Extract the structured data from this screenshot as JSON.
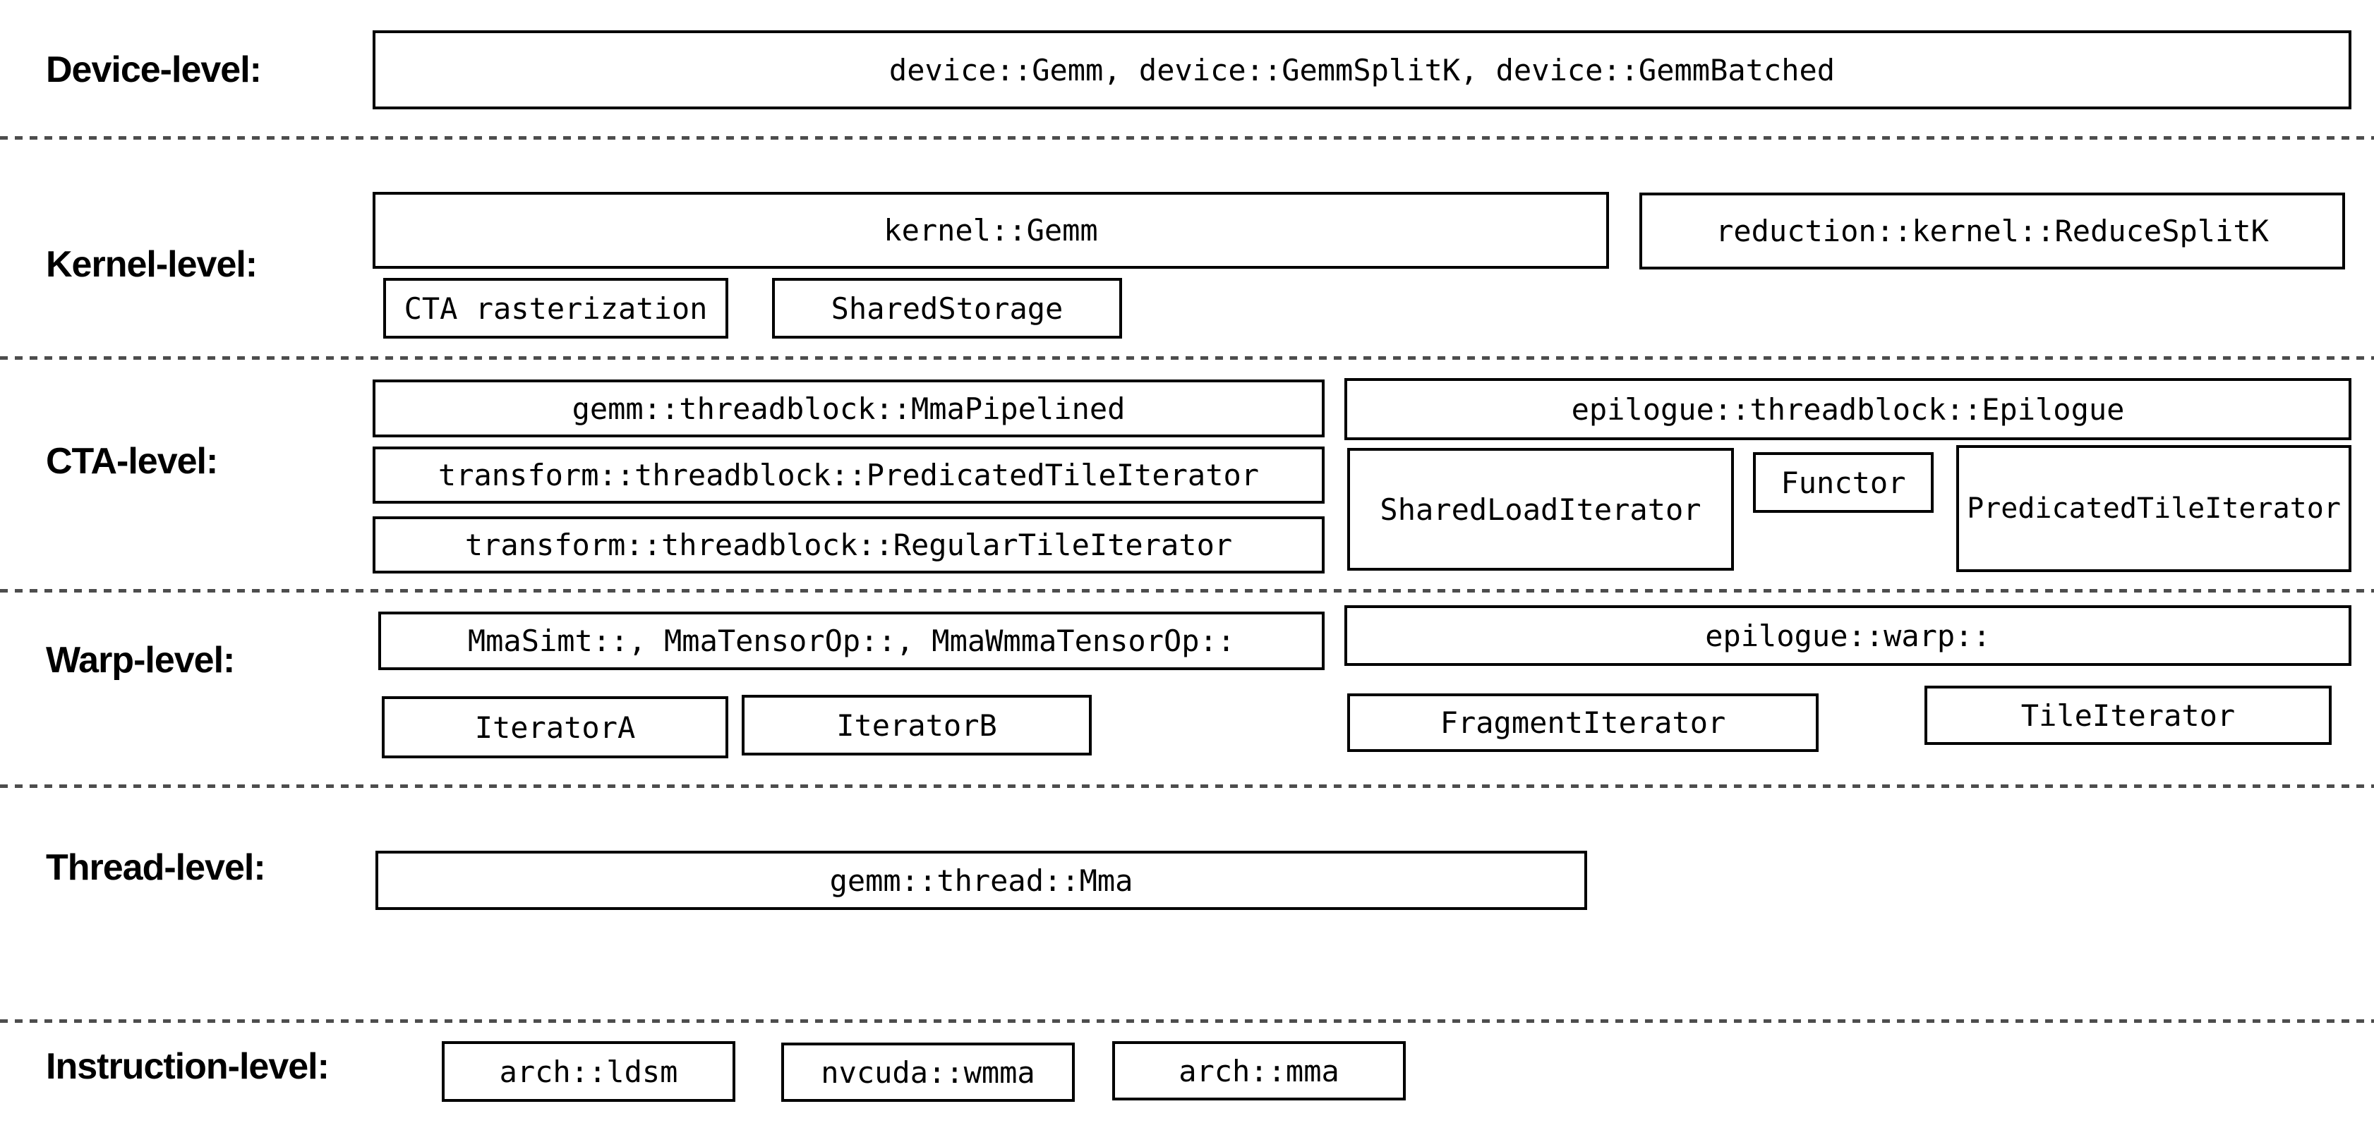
{
  "diagram": {
    "rows": {
      "device": {
        "label": "Device-level:",
        "device_gemm": "device::Gemm, device::GemmSplitK, device::GemmBatched"
      },
      "kernel": {
        "label": "Kernel-level:",
        "kernel_gemm": "kernel::Gemm",
        "reduce_splitk": "reduction::kernel::ReduceSplitK",
        "cta_rasterization": "CTA rasterization",
        "shared_storage": "SharedStorage"
      },
      "cta": {
        "label": "CTA-level:",
        "mma_pipelined": "gemm::threadblock::MmaPipelined",
        "predicated_tile_iterator": "transform::threadblock::PredicatedTileIterator",
        "regular_tile_iterator": "transform::threadblock::RegularTileIterator",
        "epilogue": "epilogue::threadblock::Epilogue",
        "shared_load_iterator": "SharedLoadIterator",
        "functor": "Functor",
        "epilogue_predicated_tile_iterator": "PredicatedTileIterator"
      },
      "warp": {
        "label": "Warp-level:",
        "mma_ops": "MmaSimt::, MmaTensorOp::, MmaWmmaTensorOp::",
        "epilogue_warp": "epilogue::warp::",
        "iterator_a": "IteratorA",
        "iterator_b": "IteratorB",
        "fragment_iterator": "FragmentIterator",
        "tile_iterator": "TileIterator"
      },
      "thread": {
        "label": "Thread-level:",
        "gemm_thread_mma": "gemm::thread::Mma"
      },
      "instruction": {
        "label": "Instruction-level:",
        "arch_ldsm": "arch::ldsm",
        "nvcuda_wmma": "nvcuda::wmma",
        "arch_mma": "arch::mma"
      }
    },
    "colors": {
      "background": "#ffffff",
      "box_border": "#000000",
      "text": "#000000",
      "separator_dash": "#4d4d4d"
    }
  }
}
